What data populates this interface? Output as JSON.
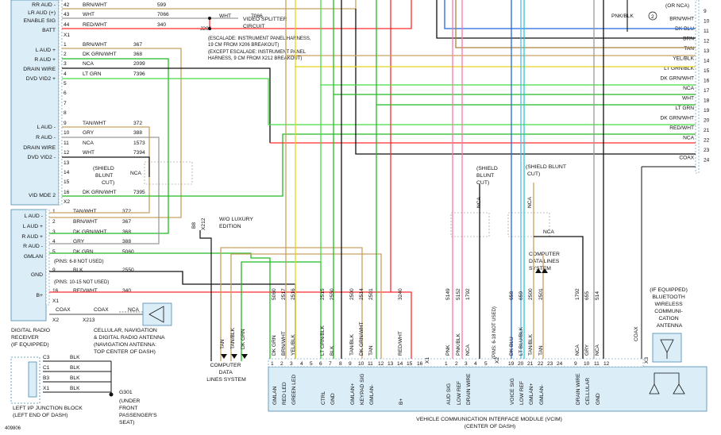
{
  "figure_id": "409806",
  "left_connector": {
    "top_pins": [
      "RR AUD -",
      "LR AUD (+)",
      "ENABLE SIG",
      "BATT"
    ],
    "top_pin_nums": [
      "42",
      "43",
      "44"
    ],
    "top_wires": [
      {
        "color": "BRN/WHT",
        "circuit": "599"
      },
      {
        "color": "WHT",
        "circuit": "7066"
      },
      {
        "color": "RED/WHT",
        "circuit": "340"
      }
    ],
    "x1": "X1",
    "mid_pins": [
      "L AUD +",
      "R AUD +",
      "DRAIN WIRE",
      "DVD VID2 +",
      "L AUD -",
      "R AUD -",
      "DRAIN WIRE",
      "DVD VID2 -",
      "VID MDE 2"
    ],
    "mid_rows": [
      {
        "pin": "1",
        "color": "BRN/WHT",
        "circuit": "367"
      },
      {
        "pin": "2",
        "color": "DK GRN/WHT",
        "circuit": "368"
      },
      {
        "pin": "3",
        "color": "NCA",
        "circuit": "2099"
      },
      {
        "pin": "4",
        "color": "LT GRN",
        "circuit": "7396"
      },
      {
        "pin": "5",
        "color": "",
        "circuit": ""
      },
      {
        "pin": "6",
        "color": "",
        "circuit": ""
      },
      {
        "pin": "7",
        "color": "",
        "circuit": ""
      },
      {
        "pin": "8",
        "color": "",
        "circuit": ""
      },
      {
        "pin": "9",
        "color": "TAN/WHT",
        "circuit": "372"
      },
      {
        "pin": "10",
        "color": "GRY",
        "circuit": "388"
      },
      {
        "pin": "11",
        "color": "NCA",
        "circuit": "1573"
      },
      {
        "pin": "12",
        "color": "WHT",
        "circuit": "7394"
      },
      {
        "pin": "13",
        "color": "",
        "circuit": ""
      },
      {
        "pin": "14",
        "color": "",
        "circuit": ""
      },
      {
        "pin": "15",
        "color": "",
        "circuit": ""
      },
      {
        "pin": "16",
        "color": "DK GRN/WHT",
        "circuit": "7395"
      }
    ],
    "x2": "X2",
    "shield": "(SHIELD\nBLUNT\nCUT)",
    "nca": "NCA"
  },
  "video_splitter": {
    "label": "VIDEO SPLITTER\nCIRCUIT",
    "wire": {
      "color": "WHT",
      "circuit": "7066"
    },
    "splice": "J205",
    "note1": "(ESCALADE: INSTRUMENT PANEL HARNESS,\n19 CM FROM X206 BREAKOUT)",
    "note2": "(EXCEPT ESCALADE: INSTRUMENT PANEL\nHARNESS, 9 CM FROM X212 BREAKOUT)"
  },
  "digital_radio": {
    "pins": [
      "L AUD -",
      "L AUD +",
      "R AUD +",
      "R AUD -",
      "GMLAN",
      "GND",
      "B+"
    ],
    "rows": [
      {
        "pin": "1",
        "color": "TAN/WHT",
        "circuit": "372"
      },
      {
        "pin": "2",
        "color": "BRN/WHT",
        "circuit": "367"
      },
      {
        "pin": "3",
        "color": "DK GRN/WHT",
        "circuit": "368"
      },
      {
        "pin": "4",
        "color": "GRY",
        "circuit": "388"
      },
      {
        "pin": "5",
        "color": "DK GRN",
        "circuit": "5060"
      },
      {
        "pin": "9",
        "color": "BLK",
        "circuit": "2550"
      },
      {
        "pin": "16",
        "color": "RED/WHT",
        "circuit": "340"
      }
    ],
    "note_6_8": "(PINS: 6-8 NOT USED)",
    "note_10_15": "(PINS: 10-15 NOT USED)",
    "x1": "X1",
    "x2": "X2",
    "coax1": "COAX",
    "coax2": "COAX",
    "x213": "X213",
    "nca": "NCA",
    "label": "DIGITAL RADIO\nRECEIVER\n(IF EQUIPPED)",
    "antenna_label": "CELLULAR, NAVIGATION\n& DIGITAL RADIO ANTENNA\n(NAVIGATION ANTENNA:\nTOP CENTER OF DASH)"
  },
  "junction_block": {
    "label": "LEFT I/P JUNCTION BLOCK\n(LEFT END OF DASH)",
    "rows": [
      {
        "conn": "C3",
        "color": "BLK"
      },
      {
        "conn": "C1",
        "color": "BLK"
      },
      {
        "conn": "B3",
        "color": "BLK"
      },
      {
        "conn": "X1",
        "color": "BLK"
      }
    ],
    "ground": "G301",
    "ground_label": "(UNDER\nFRONT\nPASSENGER'S\nSEAT)"
  },
  "luxury": {
    "conn": "B8",
    "x": "X212",
    "label": "W/O LUXURY\nEDITION"
  },
  "computer_data": {
    "left_label": "COMPUTER\nDATA\nLINES SYSTEM",
    "right_label": "COMPUTER\nDATA LINES\nSYSTEM",
    "left_wires": [
      "TAN",
      "TAN/BLK",
      "DK GRN"
    ]
  },
  "right_connector": {
    "top_note": "(OR NCA)",
    "pnk_blk": "PNK/BLK",
    "circle": "2",
    "rows": [
      {
        "pin": "9",
        "color": ""
      },
      {
        "pin": "10",
        "color": "BRN/WHT"
      },
      {
        "pin": "11",
        "color": "DK BLU"
      },
      {
        "pin": "12",
        "color": "BRN"
      },
      {
        "pin": "13",
        "color": "TAN"
      },
      {
        "pin": "14",
        "color": "YEL/BLK"
      },
      {
        "pin": "15",
        "color": "LT GRN/BLK"
      },
      {
        "pin": "16",
        "color": "DK GRN/WHT"
      },
      {
        "pin": "17",
        "color": "NCA"
      },
      {
        "pin": "18",
        "color": "WHT"
      },
      {
        "pin": "19",
        "color": "LT GRN"
      },
      {
        "pin": "20",
        "color": "DK GRN/WHT"
      },
      {
        "pin": "21",
        "color": "RED/WHT"
      },
      {
        "pin": "22",
        "color": "NCA"
      },
      {
        "pin": "23",
        "color": ""
      },
      {
        "pin": "24",
        "color": "COAX"
      }
    ]
  },
  "mid_shields": {
    "left": "(SHIELD\nBLUNT\nCUT)",
    "right": "(SHIELD BLUNT\nCUT)",
    "nca1": "NCA",
    "nca2": "NCA",
    "nca3": "NCA",
    "pins_note": "(PINS: 6-18 NOT USED)"
  },
  "vcim": {
    "label": "VEHICLE COMMUNICATION INTERFACE MODULE (VCIM)\n(CENTER OF DASH)",
    "antenna_label": "(IF EQUIPPED)\nBLUETOOTH\nWIRELESS\nCOMMUNI-\nCATION\nANTENNA",
    "x1": "X1",
    "x2": "X2",
    "x3": "X3",
    "coax": "COAX",
    "columns": [
      {
        "pin": "1",
        "wire": "DK GRN",
        "circuit": "5060",
        "func": "GMLAN"
      },
      {
        "pin": "2",
        "wire": "BRN/WHT",
        "circuit": "2517",
        "func": "RED LED"
      },
      {
        "pin": "3",
        "wire": "YEL/BLK",
        "circuit": "2516",
        "func": "GREEN LED"
      },
      {
        "pin": "4",
        "wire": "",
        "circuit": "",
        "func": ""
      },
      {
        "pin": "5",
        "wire": "",
        "circuit": "",
        "func": ""
      },
      {
        "pin": "6",
        "wire": "LT GRN/BLK",
        "circuit": "2515",
        "func": "CTRL"
      },
      {
        "pin": "7",
        "wire": "BLK",
        "circuit": "2550",
        "func": "GND"
      },
      {
        "pin": "8",
        "wire": "",
        "circuit": "",
        "func": ""
      },
      {
        "pin": "9",
        "wire": "TAN/BLK",
        "circuit": "2500",
        "func": "GMLAN+"
      },
      {
        "pin": "10",
        "wire": "DK GRN/WHT",
        "circuit": "2514",
        "func": "KEYPAD SIG"
      },
      {
        "pin": "11",
        "wire": "TAN",
        "circuit": "2501",
        "func": "GMLAN-"
      },
      {
        "pin": "12",
        "wire": "",
        "circuit": "",
        "func": ""
      },
      {
        "pin": "13",
        "wire": "",
        "circuit": "",
        "func": ""
      },
      {
        "pin": "14",
        "wire": "RED/WHT",
        "circuit": "3240",
        "func": "B+"
      },
      {
        "pin": "15",
        "wire": "",
        "circuit": "",
        "func": ""
      },
      {
        "pin": "16",
        "wire": "",
        "circuit": "",
        "func": ""
      },
      {
        "pin": "1",
        "wire": "PNK",
        "circuit": "5149",
        "func": "AUD SIG"
      },
      {
        "pin": "2",
        "wire": "PNK/BLK",
        "circuit": "5152",
        "func": "LOW REF"
      },
      {
        "pin": "3",
        "wire": "NCA",
        "circuit": "1792",
        "func": "DRAIN WIRE"
      },
      {
        "pin": "4",
        "wire": "",
        "circuit": "",
        "func": ""
      },
      {
        "pin": "5",
        "wire": "",
        "circuit": "",
        "func": ""
      },
      {
        "pin": "19",
        "wire": "DK BLU",
        "circuit": "658",
        "func": "VOICE SIG"
      },
      {
        "pin": "20",
        "wire": "LT BLU/BLK",
        "circuit": "659",
        "func": "LOW REF"
      },
      {
        "pin": "21",
        "wire": "TAN/BLK",
        "circuit": "2500",
        "func": "GMLAN+"
      },
      {
        "pin": "22",
        "wire": "TAN",
        "circuit": "2501",
        "func": "GMLAN-"
      },
      {
        "pin": "23",
        "wire": "",
        "circuit": "",
        "func": ""
      },
      {
        "pin": "24",
        "wire": "",
        "circuit": "",
        "func": ""
      },
      {
        "pin": "9",
        "wire": "NCA",
        "circuit": "1792",
        "func": "DRAIN WIRE"
      },
      {
        "pin": "10",
        "wire": "GRY",
        "circuit": "655",
        "func": "CELLULAR"
      },
      {
        "pin": "11",
        "wire": "NCA",
        "circuit": "514",
        "func": "GND"
      },
      {
        "pin": "12",
        "wire": "",
        "circuit": "",
        "func": ""
      },
      {
        "pin": "",
        "wire": "",
        "circuit": "",
        "func": ""
      }
    ]
  },
  "wire_colors": {
    "red": "#ff2b2b",
    "brown": "#a8823c",
    "tan": "#c8a060",
    "green": "#22bb22",
    "ltgreen": "#44dd44",
    "blue": "#2266dd",
    "ltblue": "#55bbee",
    "cyan": "#22cccc",
    "pink": "#ff77aa",
    "yellow": "#e8d21a",
    "grey": "#9a9a9a",
    "black": "#111111",
    "box": "#d8ecf6",
    "boxline": "#4a8ab0"
  }
}
